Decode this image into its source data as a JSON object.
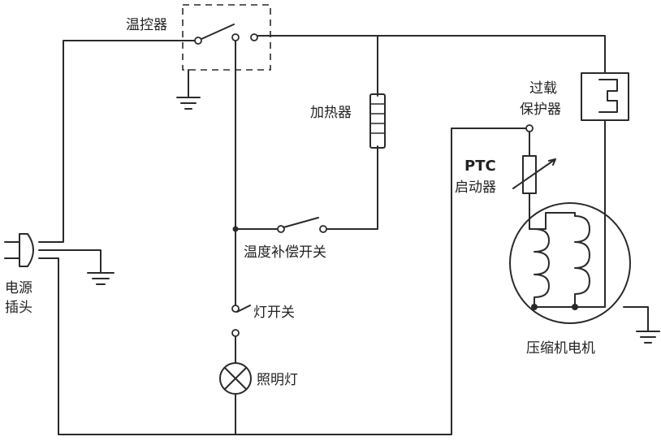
{
  "labels": {
    "thermostat": "温控器",
    "heater": "加热器",
    "overload_line1": "过载",
    "overload_line2": "保护器",
    "ptc_line1": "PTC",
    "ptc_line2": "启动器",
    "temp_comp_switch": "温度补偿开关",
    "plug_line1": "电源",
    "plug_line2": "插头",
    "lamp_switch": "灯开关",
    "lamp": "照明灯",
    "compressor_motor": "压缩机电机"
  },
  "colors": {
    "ink": "#2a2a2a",
    "background": "#ffffff"
  }
}
